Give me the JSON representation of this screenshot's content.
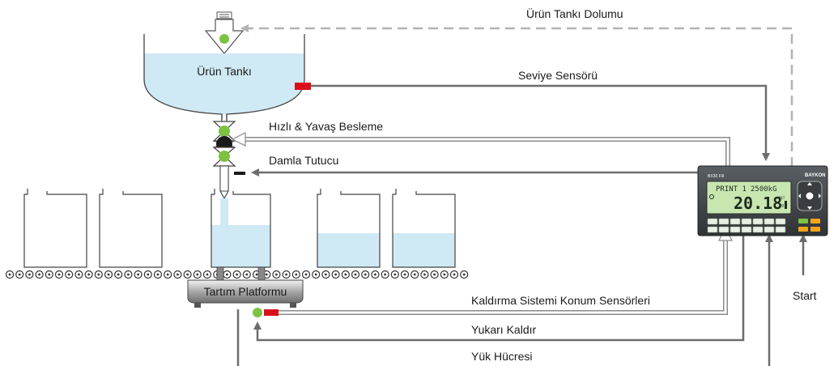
{
  "labels": {
    "fill": "Ürün Tankı Dolumu",
    "tank": "Ürün Tankı",
    "level_sensor": "Seviye Sensörü",
    "fast_slow": "Hızlı & Yavaş Besleme",
    "drip": "Damla Tutucu",
    "platform": "Tartım Platformu",
    "lift_sensors": "Kaldırma Sistemi Konum Sensörleri",
    "lift_up": "Yukarı Kaldır",
    "load_cell": "Yük Hücresi",
    "start": "Start"
  },
  "indicator": {
    "model": "BX30 Fill",
    "brand": "BAYKON",
    "lcd_line1_left": "PRINT 1",
    "lcd_line1_right": "2500kG",
    "lcd_value": "20.18",
    "lcd_unit": "kg",
    "lcd_net": "NET"
  },
  "colors": {
    "liquid": "#cfe9f5",
    "sensor_red": "#d9101c",
    "valve_green": "#7dc242",
    "arrow_gray": "#6d6d6d",
    "dashed_gray": "#b3b3b3"
  }
}
